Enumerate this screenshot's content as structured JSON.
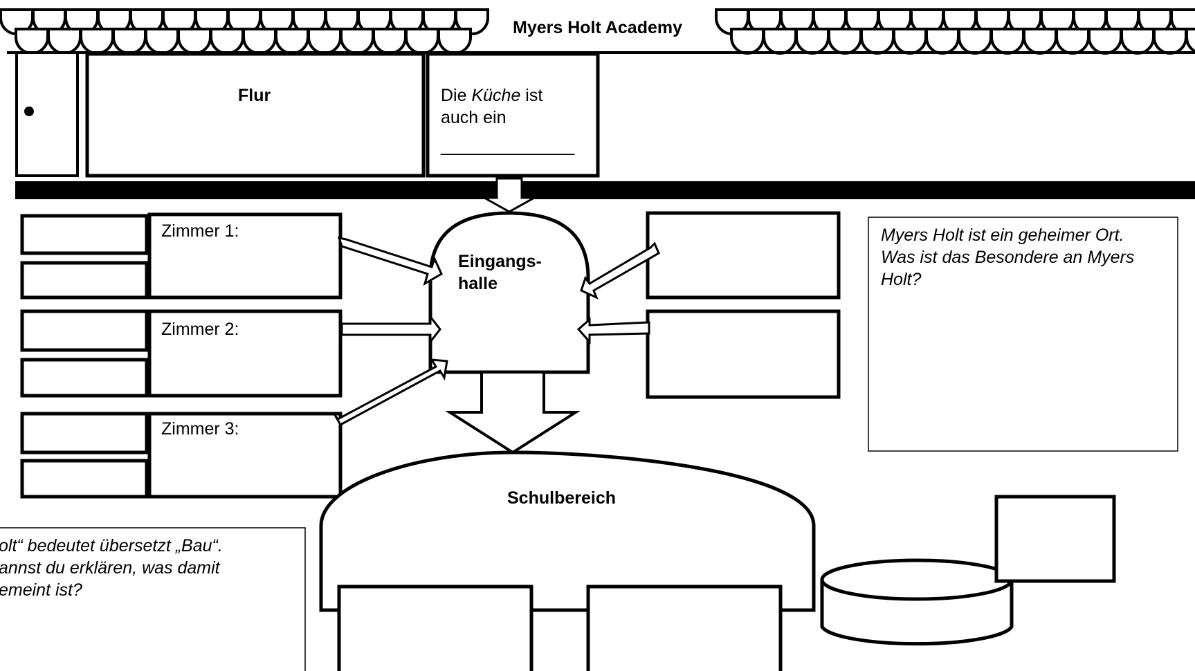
{
  "title": "Myers Holt Academy",
  "rooms": {
    "flur": "Flur",
    "kitchen": {
      "prefix": "Die ",
      "emphasis": "Küche",
      "suffix": " ist",
      "line2": "auch ein",
      "blank": "_______________",
      "blank_tail": "__"
    },
    "zimmer_1": "Zimmer 1:",
    "zimmer_2": "Zimmer 2:",
    "zimmer_3": "Zimmer 3:",
    "eingangshalle_line1": "Eingangs-",
    "eingangshalle_line2": "halle",
    "schulbereich": "Schulbereich"
  },
  "questions": {
    "secret": {
      "line1": "Myers Holt ist ein geheimer Ort.",
      "line2": "Was ist das Besondere an Myers",
      "line3": "Holt?"
    },
    "holt": {
      "line1": "olt“ bedeutet übersetzt „Bau“.",
      "line2": "annst du erklären, was damit",
      "line3": "emeint ist?"
    }
  }
}
